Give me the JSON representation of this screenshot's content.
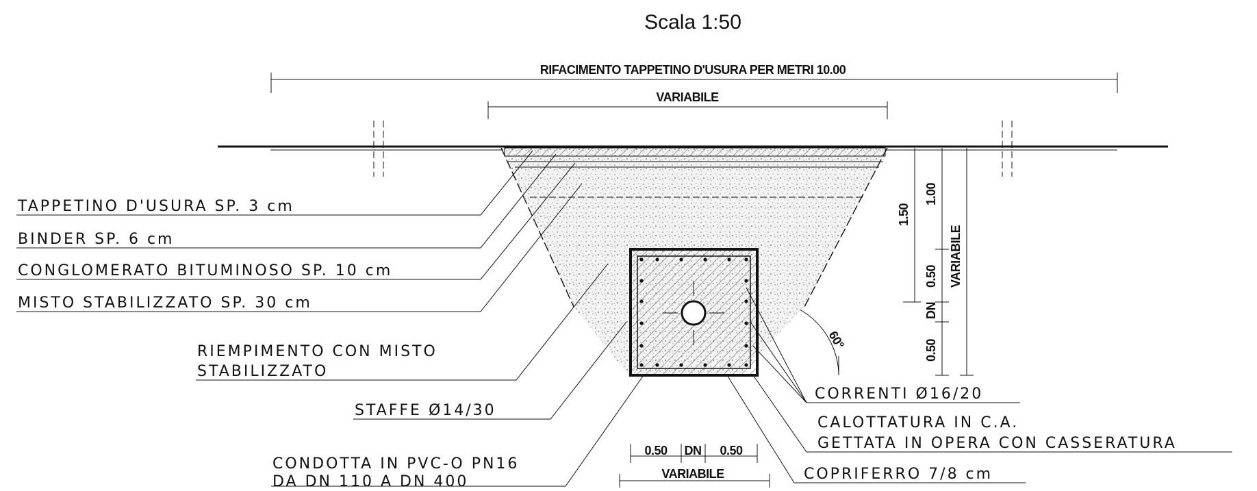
{
  "scale": "Scala 1:50",
  "dimensions": {
    "overall": "RIFACIMENTO TAPPETINO D'USURA PER METRI 10.00",
    "trench_top": "VARIABILE",
    "depth_total": "1.50",
    "depth_upper": "1.00",
    "cover_top": "0.50",
    "pipe": "DN",
    "cover_bottom": "0.50",
    "right_variable": "VARIABILE",
    "angle": "60°",
    "bottom_left": "0.50",
    "bottom_mid": "DN",
    "bottom_right": "0.50",
    "bottom_total": "VARIABILE"
  },
  "labels": {
    "tappetino": "TAPPETINO D'USURA SP. 3 cm",
    "binder": "BINDER SP. 6 cm",
    "conglomerato": "CONGLOMERATO BITUMINOSO SP. 10 cm",
    "misto": "MISTO STABILIZZATO SP. 30 cm",
    "riempimento_1": "RIEMPIMENTO CON MISTO",
    "riempimento_2": "STABILIZZATO",
    "staffe": "STAFFE Ø14/30",
    "condotta_1": "CONDOTTA IN PVC-O PN16",
    "condotta_2": "DA DN 110 A DN 400",
    "correnti": "CORRENTI Ø16/20",
    "calottatura_1": "CALOTTATURA IN C.A.",
    "calottatura_2": "GETTATA IN OPERA CON CASSERATURA",
    "copriferro": "COPRIFERRO 7/8 cm"
  }
}
